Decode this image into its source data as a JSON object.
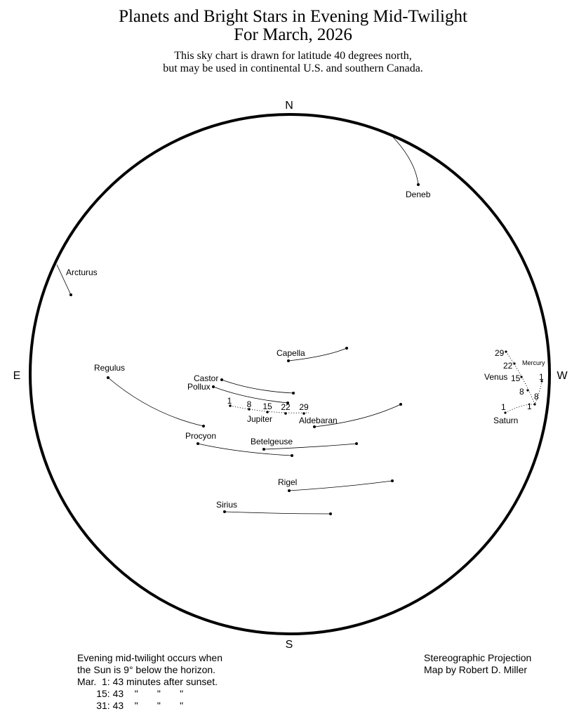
{
  "header": {
    "title_line1": "Planets and Bright Stars in Evening Mid-Twilight",
    "title_line2": "For March, 2026",
    "subtitle_line1": "This sky chart is drawn for latitude 40 degrees north,",
    "subtitle_line2": "but may be used in continental U.S. and southern Canada."
  },
  "compass": {
    "north": "N",
    "south": "S",
    "east": "E",
    "west": "W"
  },
  "stars": {
    "deneb": "Deneb",
    "arcturus": "Arcturus",
    "capella": "Capella",
    "regulus": "Regulus",
    "castor": "Castor",
    "pollux": "Pollux",
    "aldebaran": "Aldebaran",
    "procyon": "Procyon",
    "betelgeuse": "Betelgeuse",
    "rigel": "Rigel",
    "sirius": "Sirius"
  },
  "planets": {
    "jupiter": {
      "name": "Jupiter",
      "dates": [
        "1",
        "8",
        "15",
        "22",
        "29"
      ]
    },
    "venus": {
      "name": "Venus",
      "dates": [
        "1",
        "8",
        "15",
        "22",
        "29"
      ]
    },
    "mercury": {
      "name": "Mercury",
      "dates": [
        "1"
      ]
    },
    "saturn": {
      "name": "Saturn",
      "dates": [
        "1",
        "1"
      ]
    }
  },
  "notes": {
    "left_line1": "Evening mid-twilight occurs when",
    "left_line2": "the Sun is 9° below the horizon.",
    "left_line3": "Mar.  1: 43 minutes after sunset.",
    "left_line4": "       15: 43    \"       \"       \"",
    "left_line5": "       31: 43    \"       \"       \"",
    "right_line1": "Stereographic Projection",
    "right_line2": "Map by Robert D. Miller"
  }
}
